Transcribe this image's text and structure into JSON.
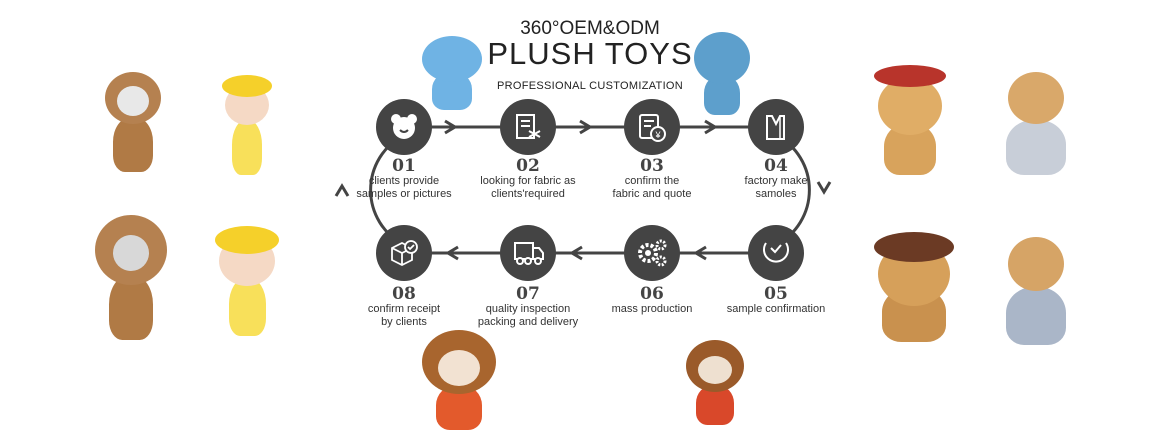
{
  "header": {
    "line1": "360°OEM&ODM",
    "line2": "PLUSH TOYS",
    "line3": "PROFESSIONAL CUSTOMIZATION"
  },
  "steps": [
    {
      "num": "01",
      "label1": "clients provide",
      "label2": "samples or pictures",
      "icon": "bear-icon"
    },
    {
      "num": "02",
      "label1": "looking for fabric as",
      "label2": "clients'required",
      "icon": "document-shuffle-icon"
    },
    {
      "num": "03",
      "label1": "confirm the",
      "label2": "fabric and quote",
      "icon": "invoice-yen-icon"
    },
    {
      "num": "04",
      "label1": "factory make",
      "label2": "samoles",
      "icon": "garment-pattern-icon"
    },
    {
      "num": "05",
      "label1": "sample confirmation",
      "label2": "",
      "icon": "check-circle-icon"
    },
    {
      "num": "06",
      "label1": "mass production",
      "label2": "",
      "icon": "gears-icon"
    },
    {
      "num": "07",
      "label1": "quality inspection",
      "label2": "packing and delivery",
      "icon": "truck-icon"
    },
    {
      "num": "08",
      "label1": "confirm receipt",
      "label2": "by clients",
      "icon": "box-check-icon"
    }
  ],
  "colors": {
    "circle": "#444444",
    "line": "#444444"
  }
}
